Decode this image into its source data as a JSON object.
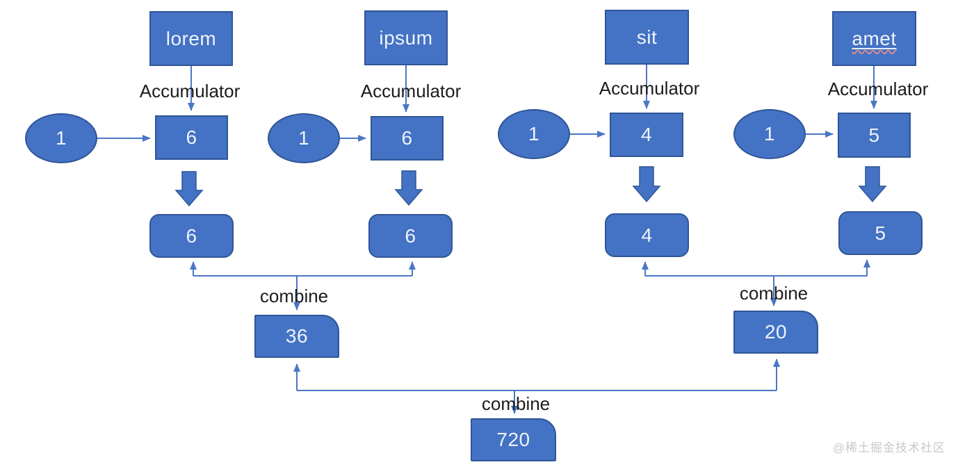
{
  "pipelines": [
    {
      "source": "lorem",
      "stage_label": "Accumulator",
      "seed": "1",
      "accumulated": "6",
      "result": "6"
    },
    {
      "source": "ipsum",
      "stage_label": "Accumulator",
      "seed": "1",
      "accumulated": "6",
      "result": "6"
    },
    {
      "source": "sit",
      "stage_label": "Accumulator",
      "seed": "1",
      "accumulated": "4",
      "result": "4"
    },
    {
      "source": "amet",
      "stage_label": "Accumulator",
      "seed": "1",
      "accumulated": "5",
      "result": "5"
    }
  ],
  "combines": [
    {
      "label": "combine",
      "value": "36"
    },
    {
      "label": "combine",
      "value": "20"
    },
    {
      "label": "combine",
      "value": "720"
    }
  ],
  "watermark": "@稀土掘金技术社区",
  "colors": {
    "shape_fill": "#4472c4",
    "shape_border": "#2f5597",
    "connector": "#4a77c4",
    "label_text": "#1c1c1c",
    "shape_text": "#eef3fb",
    "watermark": "#c9c9c9"
  }
}
